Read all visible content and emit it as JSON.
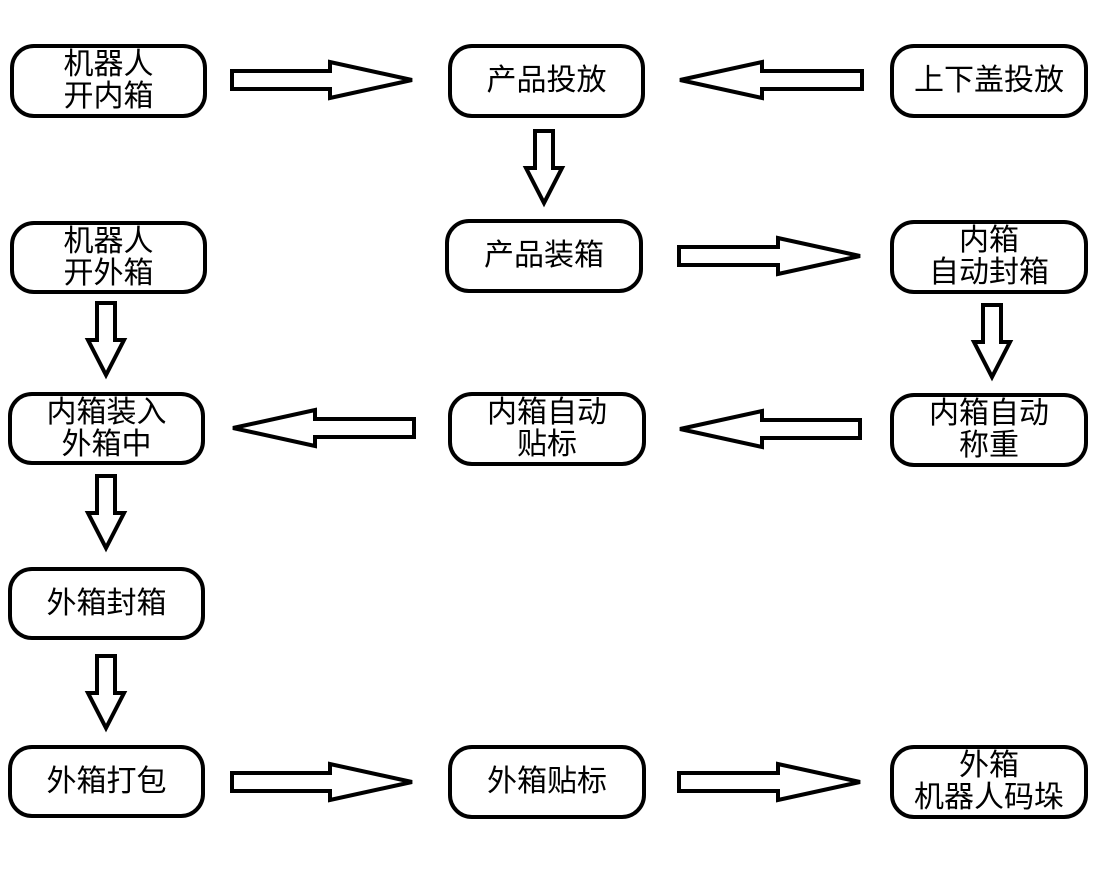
{
  "nodes": {
    "robot_open_inner": [
      "机器人",
      "开内箱"
    ],
    "product_placement": [
      "产品投放"
    ],
    "lid_placement": [
      "上下盖投放"
    ],
    "robot_open_outer": [
      "机器人",
      "开外箱"
    ],
    "product_boxing": [
      "产品装箱"
    ],
    "inner_auto_seal": [
      "内箱",
      "自动封箱"
    ],
    "inner_into_outer": [
      "内箱装入",
      "外箱中"
    ],
    "inner_auto_label": [
      "内箱自动",
      "贴标"
    ],
    "inner_auto_weigh": [
      "内箱自动",
      "称重"
    ],
    "outer_seal": [
      "外箱封箱"
    ],
    "outer_pack": [
      "外箱打包"
    ],
    "outer_label": [
      "外箱贴标"
    ],
    "outer_palletize": [
      "外箱",
      "机器人码垛"
    ]
  },
  "edges": [
    [
      "robot_open_inner",
      "product_placement"
    ],
    [
      "lid_placement",
      "product_placement"
    ],
    [
      "product_placement",
      "product_boxing"
    ],
    [
      "product_boxing",
      "inner_auto_seal"
    ],
    [
      "inner_auto_seal",
      "inner_auto_weigh"
    ],
    [
      "inner_auto_weigh",
      "inner_auto_label"
    ],
    [
      "inner_auto_label",
      "inner_into_outer"
    ],
    [
      "robot_open_outer",
      "inner_into_outer"
    ],
    [
      "inner_into_outer",
      "outer_seal"
    ],
    [
      "outer_seal",
      "outer_pack"
    ],
    [
      "outer_pack",
      "outer_label"
    ],
    [
      "outer_label",
      "outer_palletize"
    ]
  ]
}
